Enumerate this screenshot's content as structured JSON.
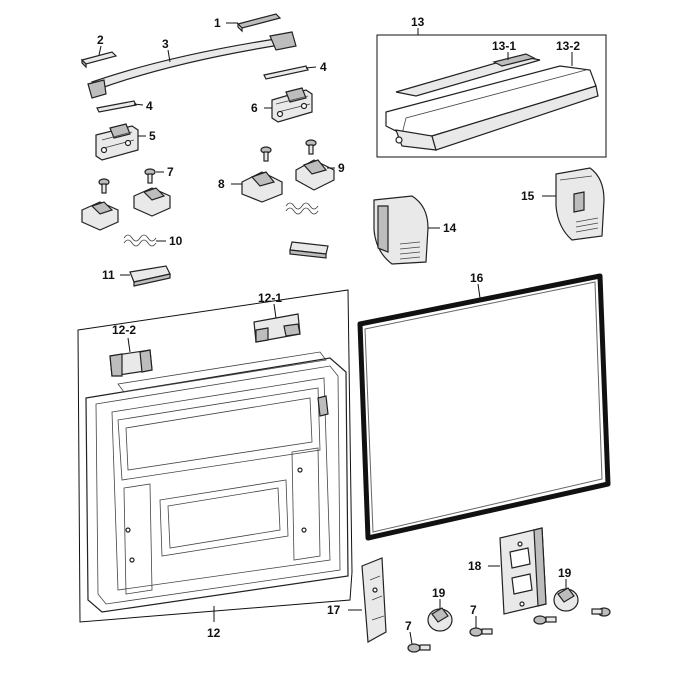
{
  "labels": {
    "l1": "1",
    "l2": "2",
    "l3": "3",
    "l4a": "4",
    "l4b": "4",
    "l5": "5",
    "l6": "6",
    "l7a": "7",
    "l7b": "7",
    "l7c": "7",
    "l8": "8",
    "l9": "9",
    "l10": "10",
    "l11": "11",
    "l12": "12",
    "l12_1": "12-1",
    "l12_2": "12-2",
    "l13": "13",
    "l13_1": "13-1",
    "l13_2": "13-2",
    "l14": "14",
    "l15": "15",
    "l16": "16",
    "l17": "17",
    "l18": "18",
    "l19a": "19",
    "l19b": "19"
  }
}
